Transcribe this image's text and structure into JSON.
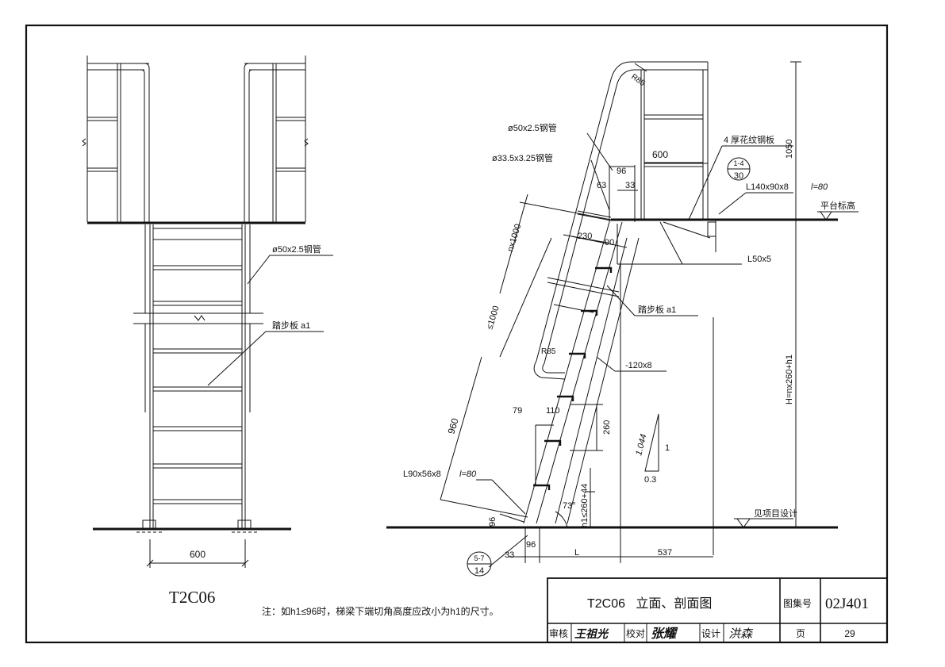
{
  "left_view": {
    "pipe_label": "ø50x2.5钢管",
    "tread_label": "踏步板 a1",
    "width_dim": "600",
    "view_code": "T2C06"
  },
  "right_view": {
    "handrail_pipe": "ø50x2.5钢管",
    "rung_pipe": "ø33.5x3.25钢管",
    "radius_top": "R85",
    "radius_bottom": "R85",
    "platform_width": "600",
    "plate_label": "4 厚花纹钢板",
    "detail_ref_top": "1-4",
    "detail_ref_bottom": "30",
    "angle_label": "L140x90x8",
    "angle_length": "l=80",
    "platform_level": "平台标高",
    "dim_96": "96",
    "dim_63": "63",
    "dim_33": "33",
    "dim_230": "230",
    "dim_90": "90",
    "angle_l50": "L50x5",
    "dim_nx1000": "nx1000",
    "dim_le1000": "≤1000",
    "tread_label": "踏步板 a1",
    "flat_bar": "-120x8",
    "dim_960": "960",
    "dim_79": "79",
    "dim_110": "110",
    "dim_260": "260",
    "slope_top": "1.044",
    "slope_right": "1",
    "slope_bottom": "0.3",
    "bottom_angle": "L90x56x8",
    "bottom_angle_len": "l=80",
    "dim_h1": "h1≤260+44",
    "angle_73": "73°",
    "height_label": "H=nx260+h1",
    "height_1050": "1050",
    "project_note": "见项目设计",
    "dim_96b": "96",
    "dim_96c": "96",
    "dim_33b": "33",
    "dim_L": "L",
    "dim_537": "537",
    "detail2_top": "5-7",
    "detail2_bottom": "14"
  },
  "note": "注：如h1≤96时，梯梁下端切角高度应改小为h1的尺寸。",
  "title_block": {
    "title": "T2C06   立面、剖面图",
    "atlas_label": "图集号",
    "atlas_number": "02J401",
    "review_label": "审核",
    "review_name": "王祖光",
    "check_label": "校对",
    "check_name": "张耀",
    "design_label": "设计",
    "design_name": "洪森",
    "page_label": "页",
    "page_number": "29"
  }
}
